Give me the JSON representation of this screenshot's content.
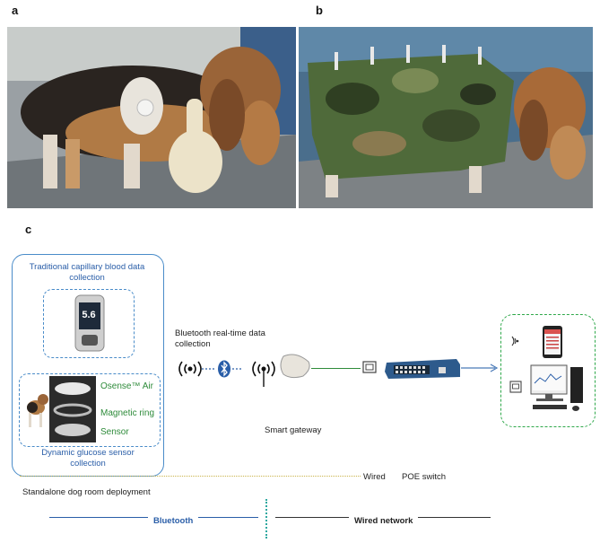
{
  "panels": {
    "a": "a",
    "b": "b",
    "c": "c"
  },
  "left_box": {
    "capillary_label": "Traditional capillary blood data collection",
    "glucometer_reading": "5.6",
    "osense_label": "Osense™ Air",
    "magnetic_label": "Magnetic ring",
    "sensor_label": "Sensor",
    "dynamic_label": "Dynamic glucose sensor collection"
  },
  "middle": {
    "bluetooth_label": "Bluetooth real-time data collection",
    "gateway_label": "Smart gateway"
  },
  "bottom": {
    "wired_label": "Wired",
    "poe_label": "POE switch",
    "standalone_label": "Standalone dog room deployment",
    "bluetooth_footer": "Bluetooth",
    "wired_network_footer": "Wired network"
  },
  "colors": {
    "blue": "#2a5ea8",
    "green": "#2e8b3a",
    "box_border": "#4a8cc9",
    "dashed_green": "#2ea84a",
    "dotted_gold": "#c9b34a"
  }
}
